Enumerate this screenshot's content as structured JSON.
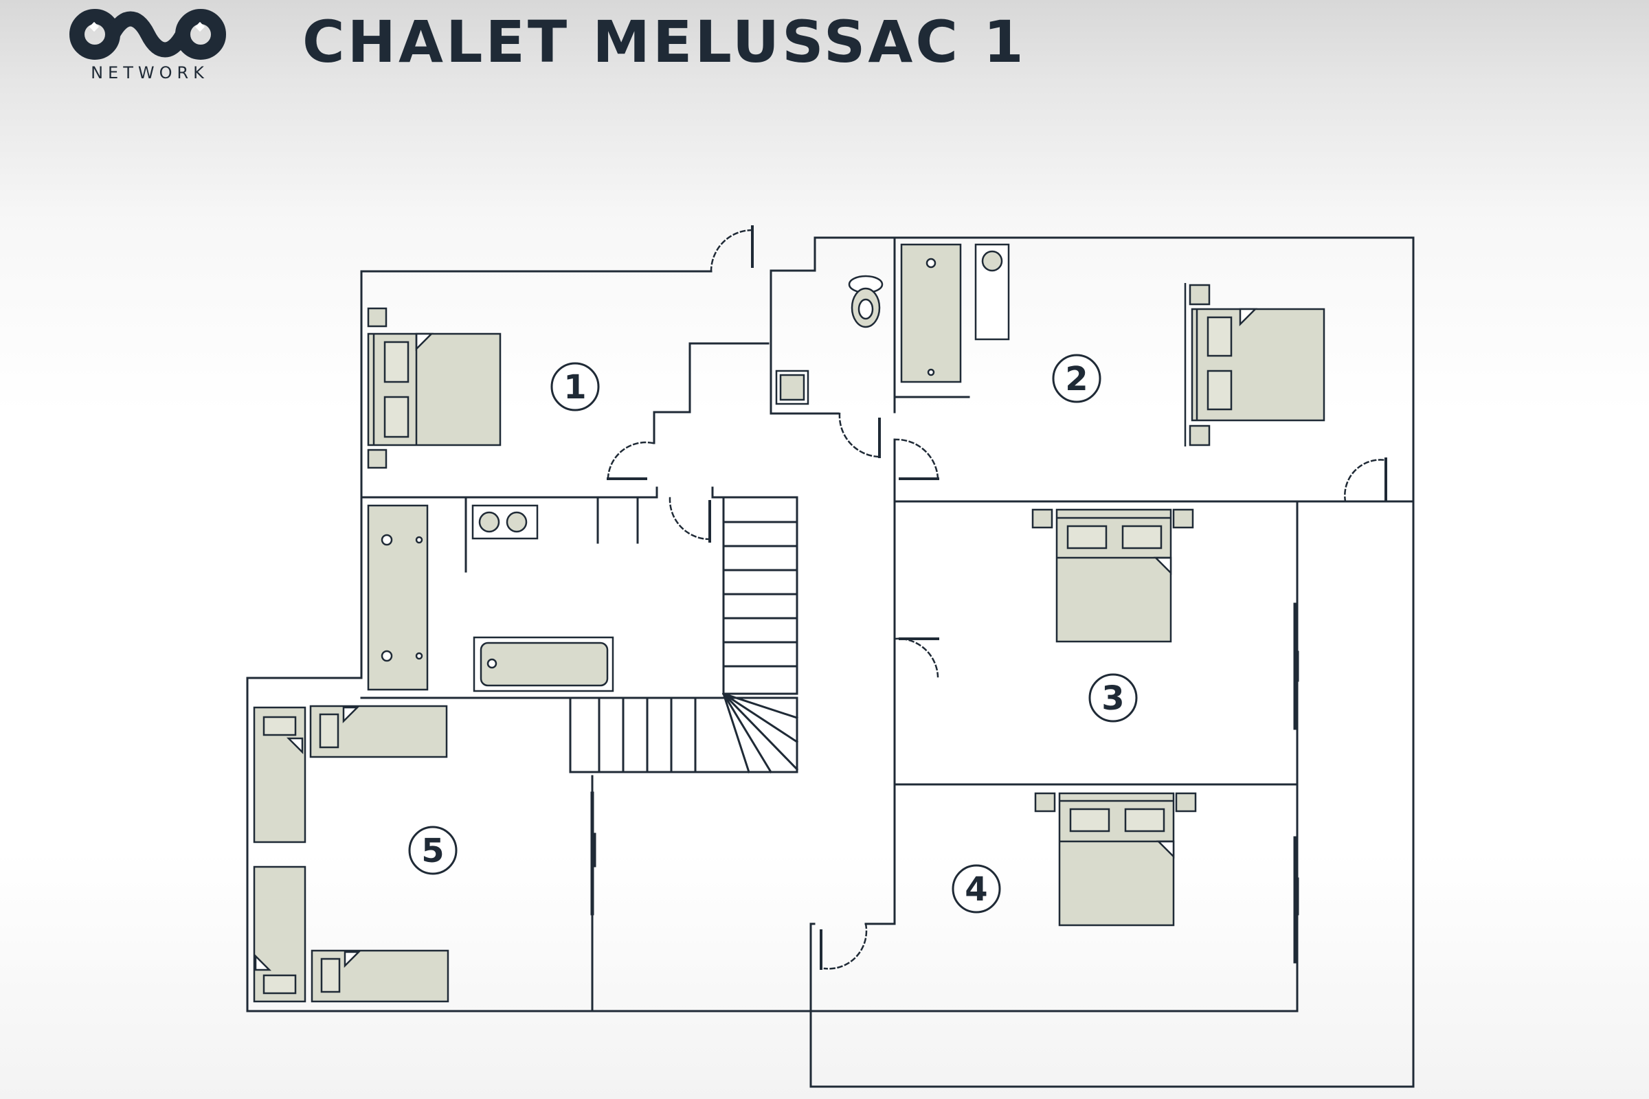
{
  "header": {
    "brand": "NETWORK",
    "title": "CHALET MELUSSAC 1"
  },
  "colors": {
    "ink": "#1f2a36",
    "furniture": "#d9dbcd",
    "furniture_dark": "#c9cbbd"
  },
  "rooms": [
    {
      "id": "room-1",
      "label": "1"
    },
    {
      "id": "room-2",
      "label": "2"
    },
    {
      "id": "room-3",
      "label": "3"
    },
    {
      "id": "room-4",
      "label": "4"
    },
    {
      "id": "room-5",
      "label": "5"
    }
  ]
}
